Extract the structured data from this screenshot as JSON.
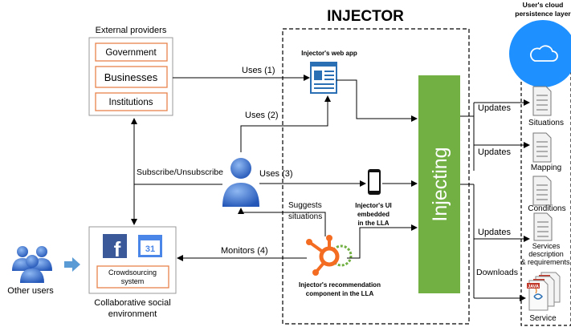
{
  "title": "INJECTOR",
  "cloud_layer": {
    "line1": "User's cloud",
    "line2": "persistence layer"
  },
  "external_providers": {
    "title": "External providers",
    "items": [
      "Government",
      "Businesses",
      "Institutions"
    ]
  },
  "web_app": {
    "label": "Injector's web app"
  },
  "ui_embedded": {
    "line1": "Injector's UI",
    "line2": "embedded",
    "line3": "in the LLA"
  },
  "recommendation": {
    "line1": "Injector's recommendation",
    "line2": "component in the LLA"
  },
  "injecting": {
    "label": "Injecting"
  },
  "arrows": {
    "uses1": "Uses (1)",
    "uses2": "Uses (2)",
    "uses3": "Uses (3)",
    "subscribe": "Subscribe/Unsubscribe",
    "suggests1": "Suggests",
    "suggests2": "situations",
    "monitors": "Monitors (4)",
    "updates": "Updates",
    "downloads": "Downloads"
  },
  "collaborative": {
    "crowd1": "Crowdsourcing",
    "crowd2": "system",
    "calendar_number": "31",
    "caption1": "Collaborative social",
    "caption2": "environment"
  },
  "other_users": {
    "label": "Other users"
  },
  "outputs": {
    "situations": "Situations",
    "mapping": "Mapping",
    "conditions": "Conditions",
    "services1": "Services",
    "services2": "description",
    "services3": "& requirements",
    "service": "Service",
    "java": "JAVA"
  },
  "colors": {
    "provider_border": "#e8824a",
    "injecting_green": "#72b043",
    "cloud_blue": "#1e90ff",
    "user_blue": "#2f6fd6",
    "hub_orange": "#f36c21",
    "facebook_blue": "#3b5998"
  }
}
